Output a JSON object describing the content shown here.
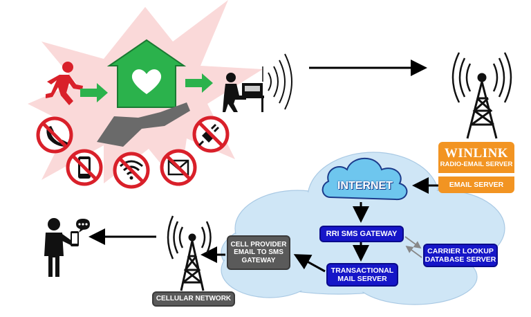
{
  "labels": {
    "winlink_title": "WINLINK",
    "winlink_subtitle": "RADIO-EMAIL SERVER",
    "email_server": "EMAIL SERVER",
    "internet": "INTERNET",
    "rri_sms_gateway": "RRI SMS GATEWAY",
    "carrier_lookup_line1": "CARRIER LOOKUP",
    "carrier_lookup_line2": "DATABASE SERVER",
    "transactional_line1": "TRANSACTIONAL",
    "transactional_line2": "MAIL SERVER",
    "cell_provider_line1": "CELL PROVIDER",
    "cell_provider_line2": "EMAIL TO SMS",
    "cell_provider_line3": "GATEWAY",
    "cellular_network": "CELLULAR NETWORK"
  },
  "icons": [
    "running-person-icon",
    "home-heart-icon",
    "helping-hand-icon",
    "radio-operator-icon",
    "no-phone-icon",
    "no-mobile-icon",
    "no-wifi-icon",
    "no-email-icon",
    "no-power-icon",
    "radio-tower-icon",
    "cell-tower-icon",
    "person-phone-icon",
    "internet-cloud-icon"
  ],
  "colors": {
    "green": "#2bb24c",
    "red": "#d9202a",
    "blue": "#1616c8",
    "orange": "#f29422",
    "gray": "#5a5a5a",
    "cloud": "#cfe6f6",
    "burst": "#f7c7c7"
  }
}
